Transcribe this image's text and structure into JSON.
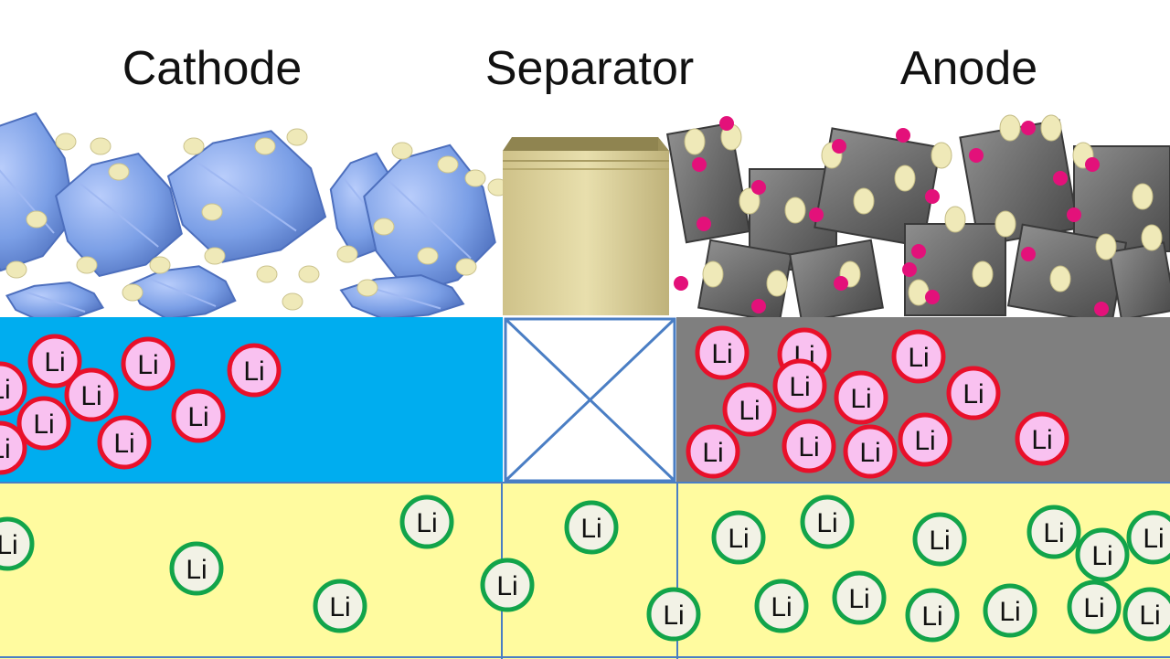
{
  "headers": {
    "cathode": "Cathode",
    "separator": "Separator",
    "anode": "Anode"
  },
  "ion_label": "Li",
  "colors": {
    "cathode_band": "#00adef",
    "anode_band": "#7f7f7f",
    "electrolyte": "#fffb9f",
    "separator_box": "#d8cc94",
    "divider": "#4a7ec4",
    "intercalated_fill": "#f9c1f0",
    "intercalated_ring": "#e8102a",
    "solvated_fill": "#f2f2e6",
    "solvated_ring": "#12a44a",
    "cathode_crystal": "#7b9fe6",
    "anode_crystal": "#6b6b6b",
    "binder_blob": "#efe9b8",
    "anode_dot": "#e3117a"
  }
}
